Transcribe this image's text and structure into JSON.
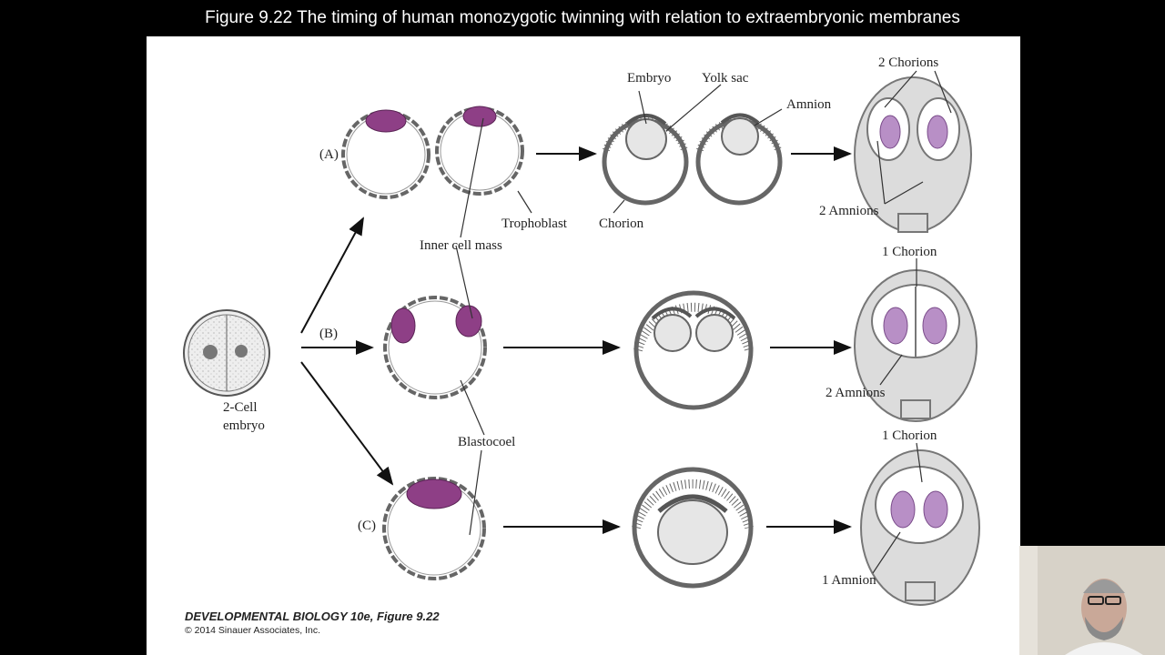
{
  "title": "Figure 9.22  The timing of human monozygotic twinning with relation to extraembryonic membranes",
  "labels": {
    "a": "(A)",
    "b": "(B)",
    "c": "(C)",
    "two_cell": "2-Cell",
    "embryo": "embryo",
    "embryo_top": "Embryo",
    "yolk_sac": "Yolk sac",
    "amnion": "Amnion",
    "trophoblast": "Trophoblast",
    "chorion": "Chorion",
    "inner_cell_mass": "Inner cell mass",
    "blastocoel": "Blastocoel",
    "two_chorions": "2 Chorions",
    "two_amnions_a": "2 Amnions",
    "one_chorion_b": "1 Chorion",
    "two_amnions_b": "2 Amnions",
    "one_chorion_c": "1 Chorion",
    "one_amnion_c": "1 Amnion"
  },
  "credit": {
    "book": "DEVELOPMENTAL BIOLOGY 10e",
    "figure": ", Figure 9.22",
    "copyright": "© 2014 Sinauer Associates, Inc."
  },
  "colors": {
    "icm": "#8e3f86",
    "fetus": "#b88fc6",
    "outline": "#555555",
    "cavity": "#e6e6e6"
  }
}
